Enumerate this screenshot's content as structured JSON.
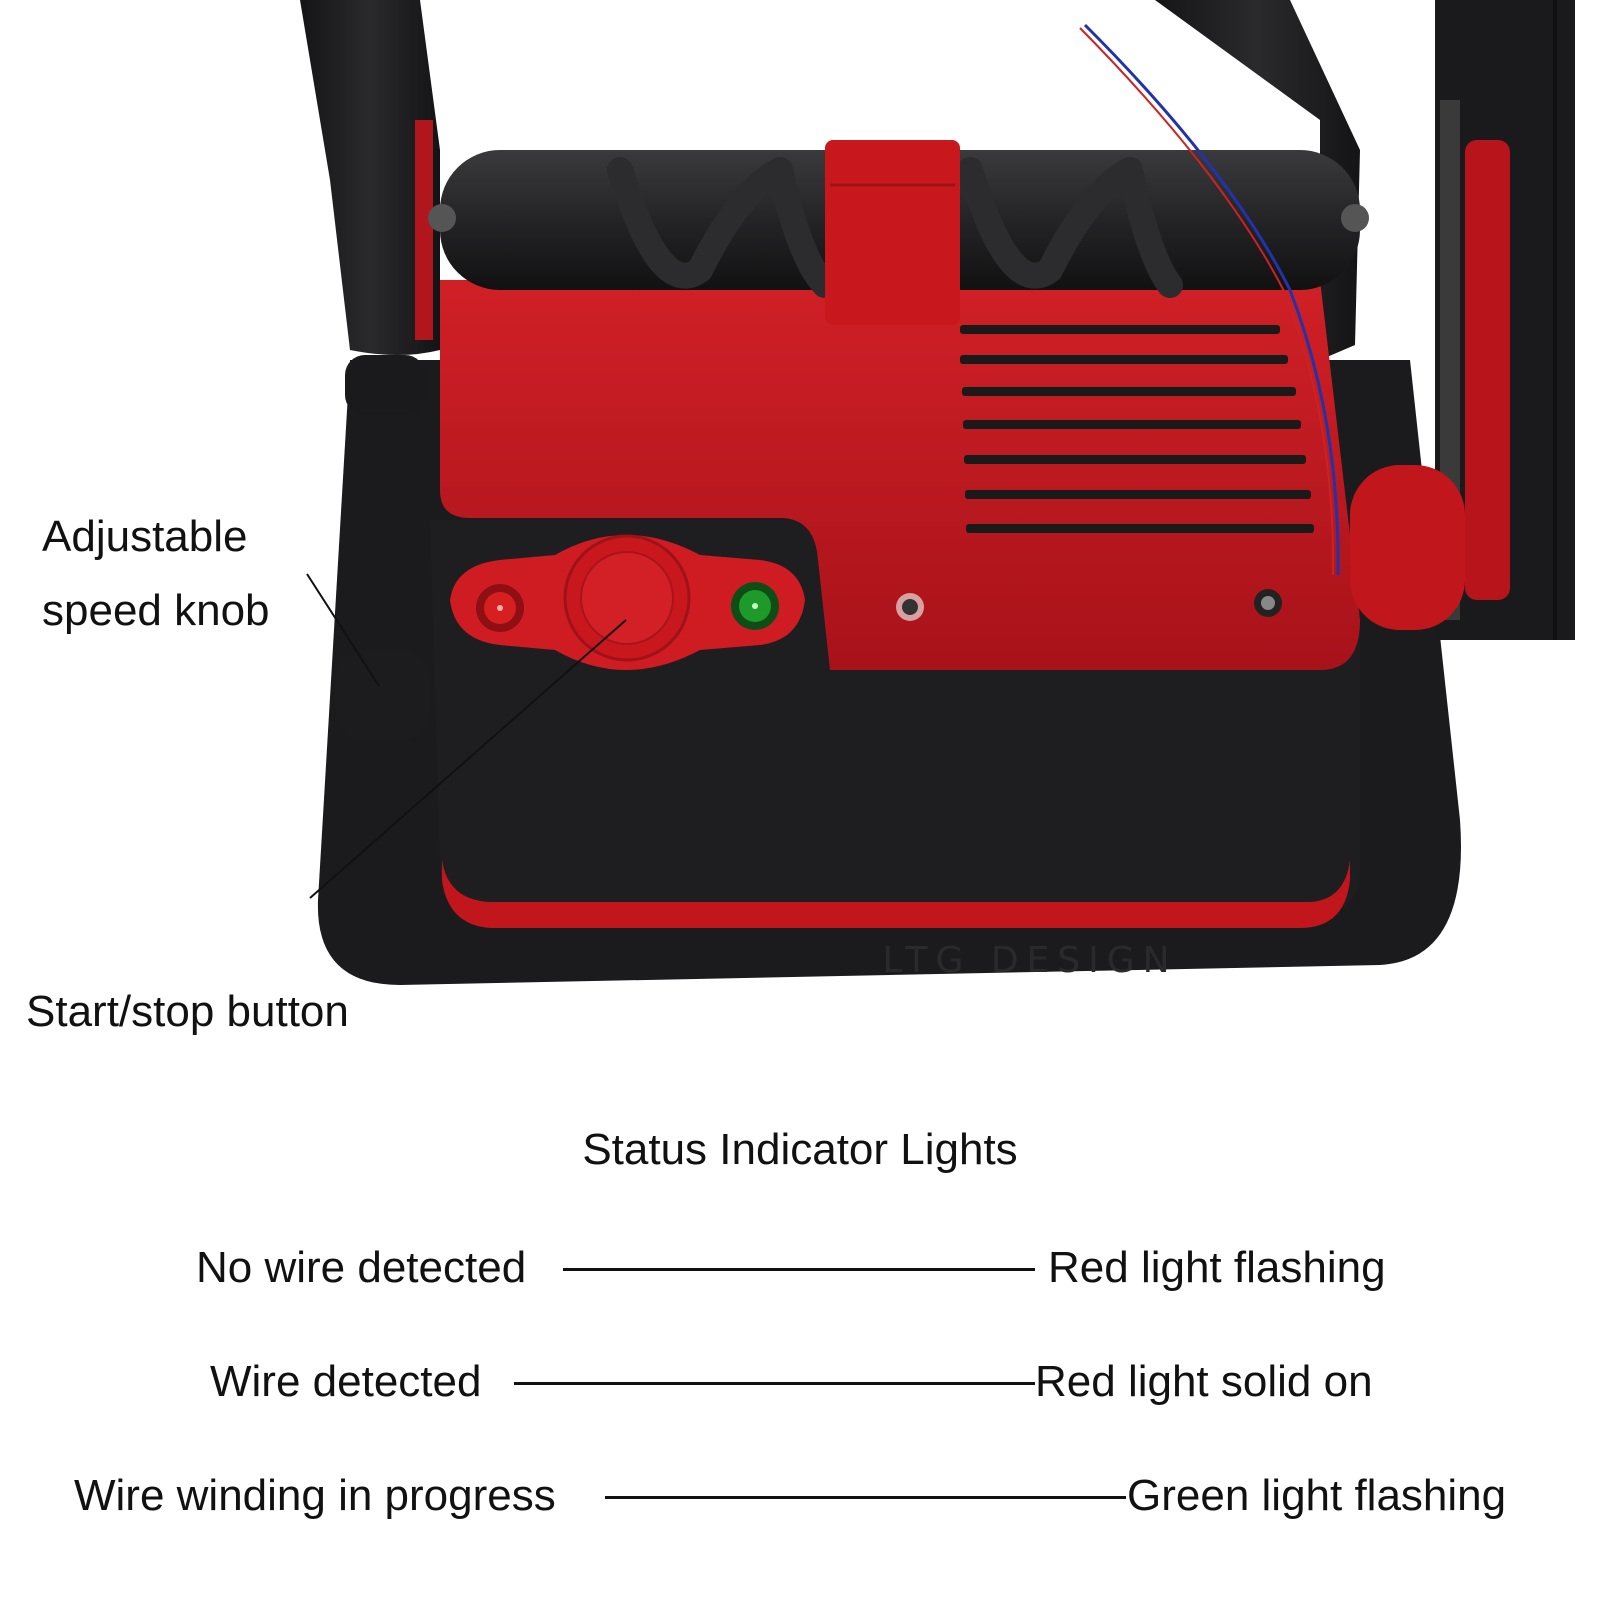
{
  "callouts": {
    "knob_line1": "Adjustable",
    "knob_line2": "speed knob",
    "button": "Start/stop button"
  },
  "status": {
    "title": "Status Indicator Lights",
    "rows": [
      {
        "condition": "No wire detected",
        "result": "Red light flashing"
      },
      {
        "condition": "Wire detected",
        "result": "Red light solid on"
      },
      {
        "condition": "Wire winding in progress",
        "result": "Green light flashing"
      }
    ]
  },
  "colors": {
    "device_red": "#c0161c",
    "device_black": "#1e1e20",
    "indicator_red": "#d81f1f",
    "indicator_green": "#1e9a2a"
  }
}
